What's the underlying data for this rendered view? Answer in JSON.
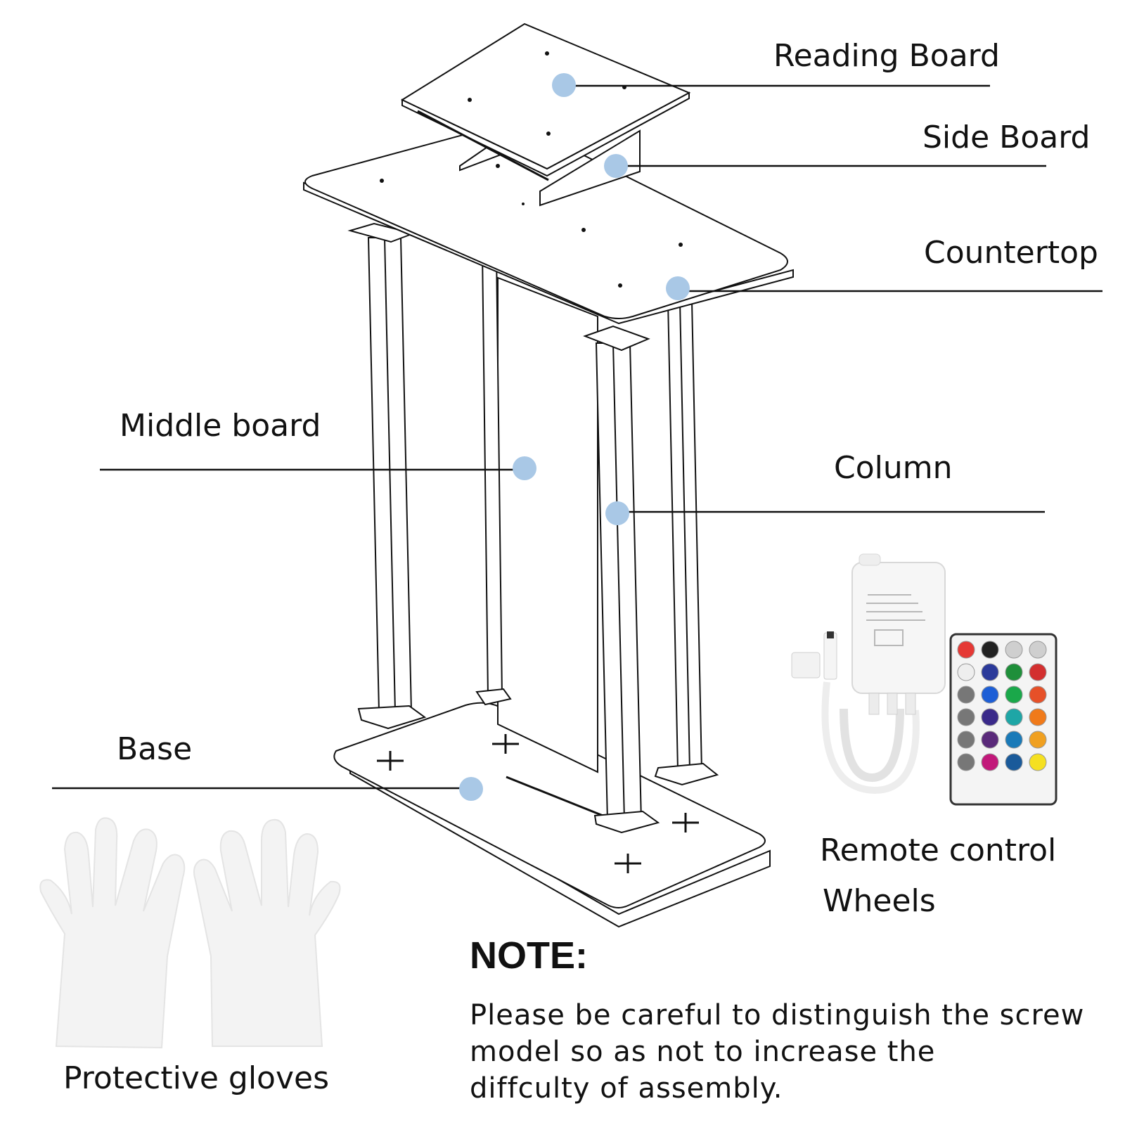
{
  "labels": {
    "reading_board": "Reading Board",
    "side_board": "Side Board",
    "countertop": "Countertop",
    "middle_board": "Middle board",
    "column": "Column",
    "base": "Base",
    "remote_control": "Remote control",
    "wheels": "Wheels",
    "protective_gloves": "Protective gloves"
  },
  "note": {
    "title": "NOTE:",
    "lines": [
      "Please be careful to distinguish the screw",
      "model so as not to increase the",
      "diffculty of assembly."
    ]
  },
  "colors": {
    "callout_dot": "#a9c8e6",
    "line": "#111111",
    "remote_body": "#f4f4f4"
  },
  "remote_buttons": [
    [
      "#e53935",
      "#222222",
      "#cfcfcf",
      "#cfcfcf"
    ],
    [
      "#eeeeee",
      "#2b3a9a",
      "#1f8f3a",
      "#d32f2f"
    ],
    [
      "#777777",
      "#1e5fd6",
      "#1aa84a",
      "#e65028"
    ],
    [
      "#777777",
      "#3a2a8a",
      "#1ea6a6",
      "#f07a1a"
    ],
    [
      "#777777",
      "#5a2a7a",
      "#1a7ab8",
      "#f0a020"
    ],
    [
      "#777777",
      "#c2187a",
      "#1a5a9a",
      "#f5e020"
    ]
  ]
}
